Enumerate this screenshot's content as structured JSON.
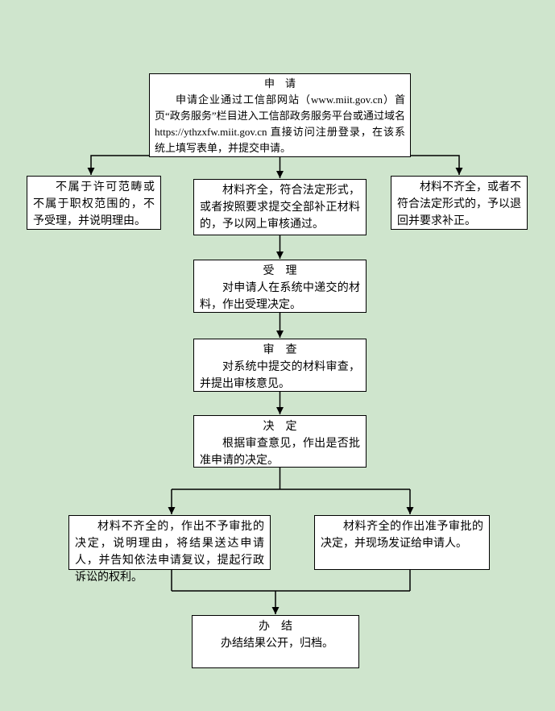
{
  "page": {
    "background_color": "#cfe5cd",
    "box_background_color": "#ffffff",
    "box_border_color": "#000000",
    "line_color": "#000000"
  },
  "flowchart": {
    "nodes": {
      "apply": {
        "title": "申　请",
        "body": "申请企业通过工信部网站（www.miit.gov.cn）首页“政务服务”栏目进入工信部政务服务平台或通过域名 https://ythzxfw.miit.gov.cn 直接访问注册登录，在该系统上填写表单，并提交申请。"
      },
      "reject_scope": {
        "body": "不属于许可范畴或不属于职权范围的，不予受理，并说明理由。"
      },
      "material_ok": {
        "body": "材料齐全，符合法定形式，或者按照要求提交全部补正材料的，予以网上审核通过。"
      },
      "material_bad": {
        "body": "材料不齐全，或者不符合法定形式的，予以退回并要求补正。"
      },
      "accept": {
        "title": "受　理",
        "body": "对申请人在系统中递交的材料，作出受理决定。"
      },
      "review": {
        "title": "审　查",
        "body": "对系统中提交的材料审查，并提出审核意见。"
      },
      "decide": {
        "title": "决　定",
        "body": "根据审查意见，作出是否批准申请的决定。"
      },
      "deny": {
        "body": "材料不齐全的，作出不予审批的决定，说明理由，将结果送达申请人，并告知依法申请复议，提起行政诉讼的权利。"
      },
      "approve": {
        "body": "材料齐全的作出准予审批的决定，并现场发证给申请人。"
      },
      "finish": {
        "title": "办　结",
        "body": "办结结果公开，归档。"
      }
    }
  }
}
